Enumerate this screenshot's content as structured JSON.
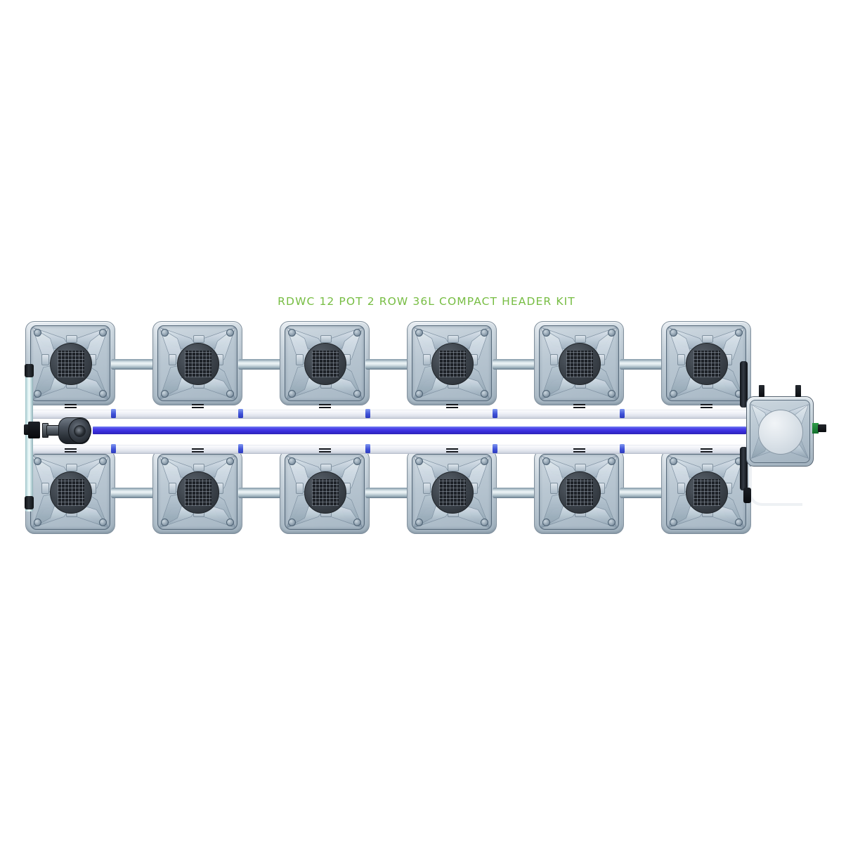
{
  "product": {
    "title": "RDWC 12 POT 2 ROW 36L COMPACT HEADER KIT",
    "title_color": "#77bd43",
    "background_color": "#ffffff"
  },
  "diagram": {
    "type": "hydroponic-system-top-view",
    "pot_count": 12,
    "row_count": 2,
    "pots_per_row": 6,
    "reservoir_count": 1,
    "pump_count": 1,
    "colors": {
      "pot_body": "#b6c4cf",
      "pot_rim": "#a8b8c5",
      "mesh_basket": "#2f353c",
      "blue_tube": "#3a2ddd",
      "blue_nub": "#3f51d8",
      "header_pipe": "#eef0f6",
      "link_pipe": "#c8d6de",
      "riser": "#c5dde1",
      "pump_body": "#2b3138",
      "fitting_green": "#2f9b4a",
      "dark_fitting": "#10141a"
    },
    "rows": [
      {
        "name": "top-row",
        "pots": [
          {
            "label": "pot-1"
          },
          {
            "label": "pot-2"
          },
          {
            "label": "pot-3"
          },
          {
            "label": "pot-4"
          },
          {
            "label": "pot-5"
          },
          {
            "label": "pot-6"
          }
        ]
      },
      {
        "name": "bottom-row",
        "pots": [
          {
            "label": "pot-7"
          },
          {
            "label": "pot-8"
          },
          {
            "label": "pot-9"
          },
          {
            "label": "pot-10"
          },
          {
            "label": "pot-11"
          },
          {
            "label": "pot-12"
          }
        ]
      }
    ],
    "components": {
      "reservoir_label": "control-reservoir",
      "pump_label": "circulation-pump",
      "valve_label": "inline-valve",
      "riser_label": "vertical-riser-pipe",
      "drain_label": "drain-overflow-tube",
      "header_pipe_label": "header-pipe",
      "blue_tube_label": "blue-feed-tube"
    }
  }
}
